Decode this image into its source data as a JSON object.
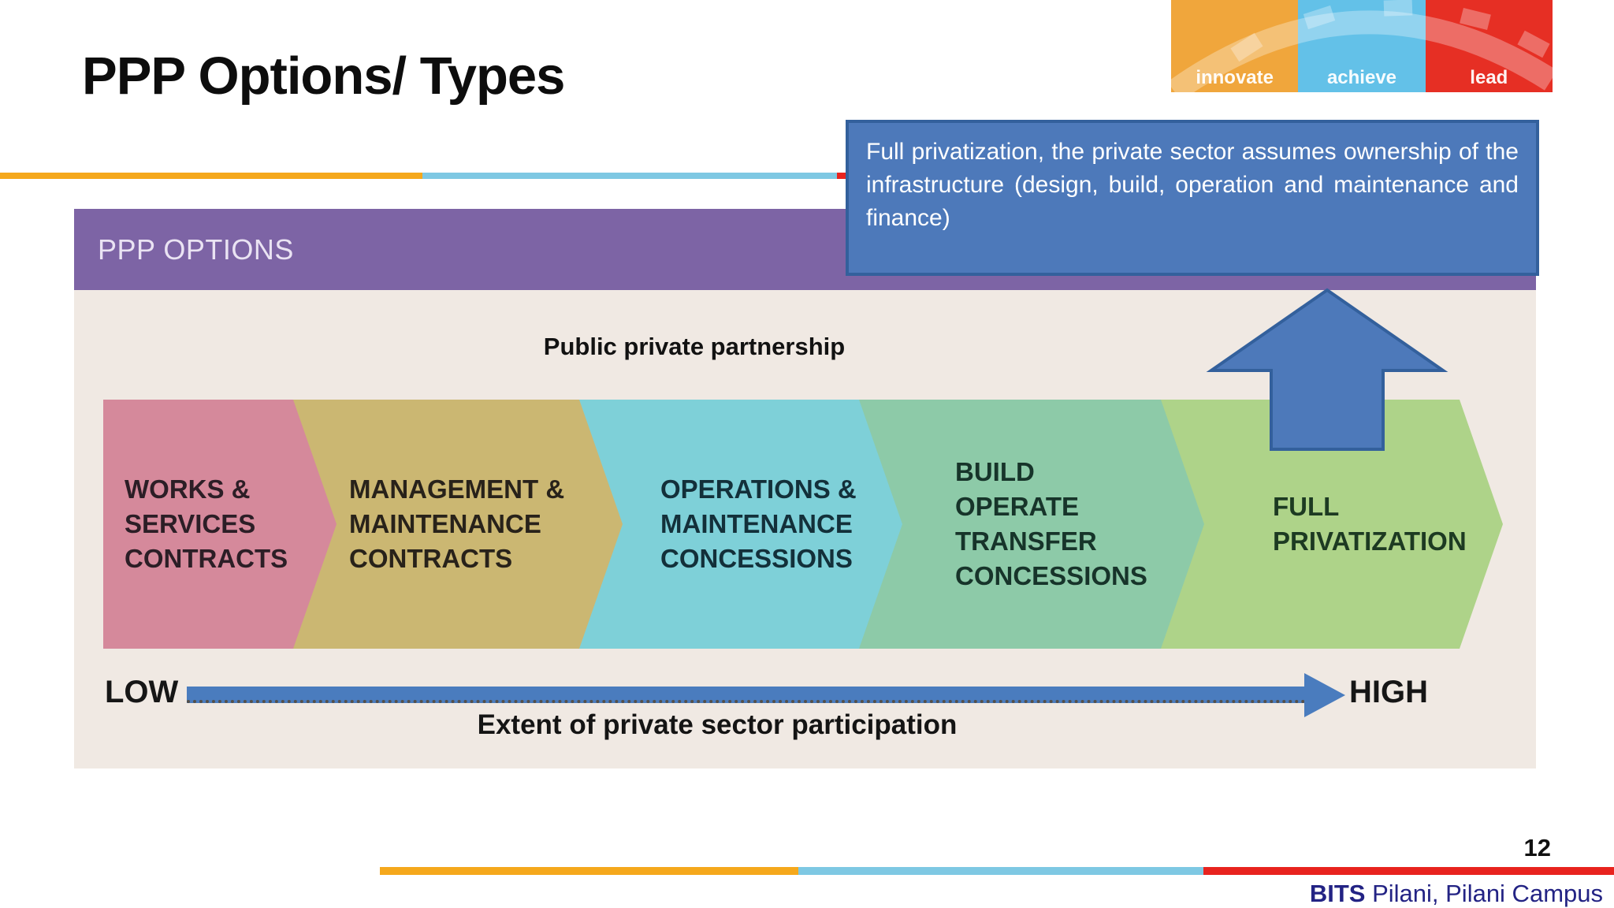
{
  "slide": {
    "title": "PPP Options/ Types",
    "page_number": "12",
    "brand_bold": "BITS",
    "brand_rest": " Pilani, Pilani Campus"
  },
  "logo": {
    "segments": [
      {
        "label": "innovate",
        "color": "#f0a63c"
      },
      {
        "label": "achieve",
        "color": "#63c1e8"
      },
      {
        "label": "lead",
        "color": "#e62f24"
      }
    ]
  },
  "callout": {
    "text": "Full privatization, the private sector assumes ownership of the infrastructure (design, build, operation and maintenance and finance)",
    "bg": "#4d79ba",
    "border": "#33609c"
  },
  "diagram": {
    "header": "PPP OPTIONS",
    "bracket_label": "Public private partnership",
    "chevrons": [
      {
        "color": "#d5899b",
        "lines": [
          "WORKS &",
          "SERVICES",
          "CONTRACTS"
        ]
      },
      {
        "color": "#cbb772",
        "lines": [
          "MANAGEMENT &",
          "MAINTENANCE",
          "CONTRACTS"
        ]
      },
      {
        "color": "#7ed0d8",
        "lines": [
          "OPERATIONS &",
          "MAINTENANCE",
          "CONCESSIONS"
        ]
      },
      {
        "color": "#8dcaa8",
        "lines": [
          "BUILD",
          "OPERATE",
          "TRANSFER",
          "CONCESSIONS"
        ]
      },
      {
        "color": "#aed389",
        "lines": [
          "FULL",
          "PRIVATIZATION"
        ]
      }
    ],
    "axis": {
      "low": "LOW",
      "high": "HIGH",
      "caption": "Extent of private sector participation",
      "arrow_color": "#4a7cbe"
    }
  },
  "colors": {
    "divider_orange": "#f5a81c",
    "divider_blue": "#7ec8e3",
    "divider_red": "#e8231e",
    "purple_header": "#7d64a5",
    "panel_bg": "#f0e9e3",
    "footer_navy": "#232384"
  }
}
